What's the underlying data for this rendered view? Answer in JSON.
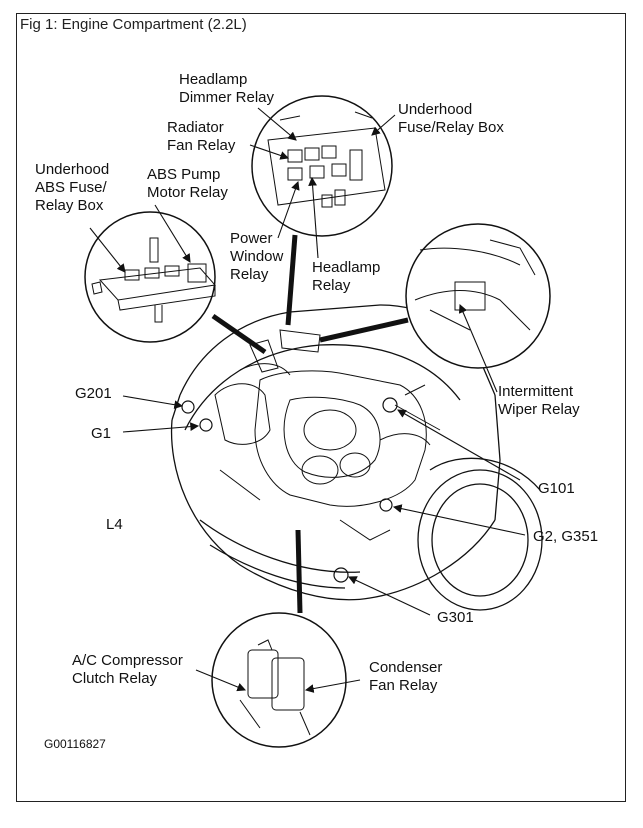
{
  "figure": {
    "title": "Fig 1: Engine Compartment (2.2L)",
    "code": "G00116827",
    "engine_label": "L4"
  },
  "labels": {
    "headlamp_dimmer_relay": [
      "Headlamp",
      "Dimmer Relay"
    ],
    "radiator_fan_relay": [
      "Radiator",
      "Fan Relay"
    ],
    "underhood_fuse_relay_box": [
      "Underhood",
      "Fuse/Relay Box"
    ],
    "underhood_abs_fuse_relay_box": [
      "Underhood",
      "ABS Fuse/",
      "Relay Box"
    ],
    "abs_pump_motor_relay": [
      "ABS Pump",
      "Motor Relay"
    ],
    "power_window_relay": [
      "Power",
      "Window",
      "Relay"
    ],
    "headlamp_relay": [
      "Headlamp",
      "Relay"
    ],
    "intermittent_wiper_relay": [
      "Intermittent",
      "Wiper Relay"
    ],
    "g201": "G201",
    "g1": "G1",
    "g101": "G101",
    "g2_g351": "G2, G351",
    "g301": "G301",
    "ac_compressor_clutch_relay": [
      "A/C Compressor",
      "Clutch Relay"
    ],
    "condenser_fan_relay": [
      "Condenser",
      "Fan Relay"
    ]
  }
}
